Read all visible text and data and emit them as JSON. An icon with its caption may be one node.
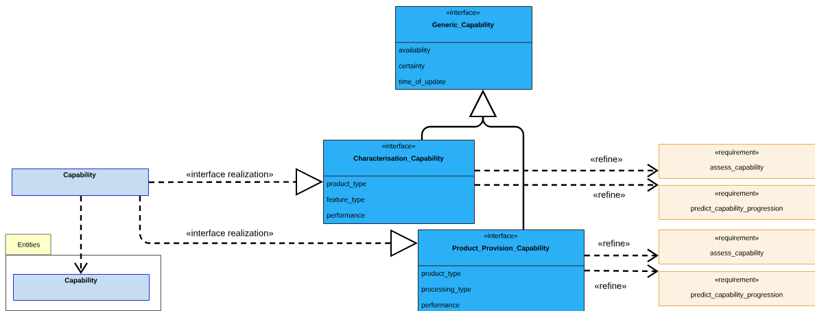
{
  "diagram": {
    "nodes": [
      {
        "text": [
          "«interface»",
          "Generic_Capability",
          "availability",
          "certainty",
          "time_of_update"
        ]
      },
      {
        "text": [
          "«interface»",
          "Characterisation_Capability",
          "product_type",
          "feature_type",
          "performance"
        ]
      },
      {
        "text": [
          "Capability"
        ]
      },
      {
        "text": [
          "Entities"
        ]
      },
      {
        "text": [
          "Capability"
        ],
        "in": 3
      },
      {
        "text": [
          "«interface»",
          "Product_Provision_Capability",
          "product_type",
          "processing_type",
          "performance"
        ]
      },
      {
        "text": [
          "«requirement»",
          "assess_capability"
        ]
      },
      {
        "text": [
          "«requirement»",
          "predict_capability_progression"
        ]
      },
      {
        "text": [
          "«requirement»",
          "assess_capability"
        ]
      },
      {
        "text": [
          "«requirement»",
          "predict_capability_progression"
        ]
      }
    ],
    "edges": [
      {
        "from": 1,
        "to": 0,
        "arrow": "to"
      },
      {
        "from": 5,
        "to": 0,
        "arrow": "to"
      },
      {
        "from": 2,
        "to": 1,
        "arrow": "to",
        "label": "«interface realization»",
        "style": "dashed"
      },
      {
        "from": 2,
        "to": 5,
        "arrow": "to",
        "label": "«interface realization»",
        "style": "dashed"
      },
      {
        "from": 2,
        "to": 4,
        "arrow": "to",
        "style": "dashed"
      },
      {
        "from": 1,
        "to": 6,
        "arrow": "to",
        "label": "«refine»",
        "style": "dashed"
      },
      {
        "from": 1,
        "to": 7,
        "arrow": "to",
        "label": "«refine»",
        "style": "dashed"
      },
      {
        "from": 5,
        "to": 8,
        "arrow": "to",
        "label": "«refine»",
        "style": "dashed"
      },
      {
        "from": 5,
        "to": 9,
        "arrow": "to",
        "label": "«refine»",
        "style": "dashed"
      }
    ]
  }
}
